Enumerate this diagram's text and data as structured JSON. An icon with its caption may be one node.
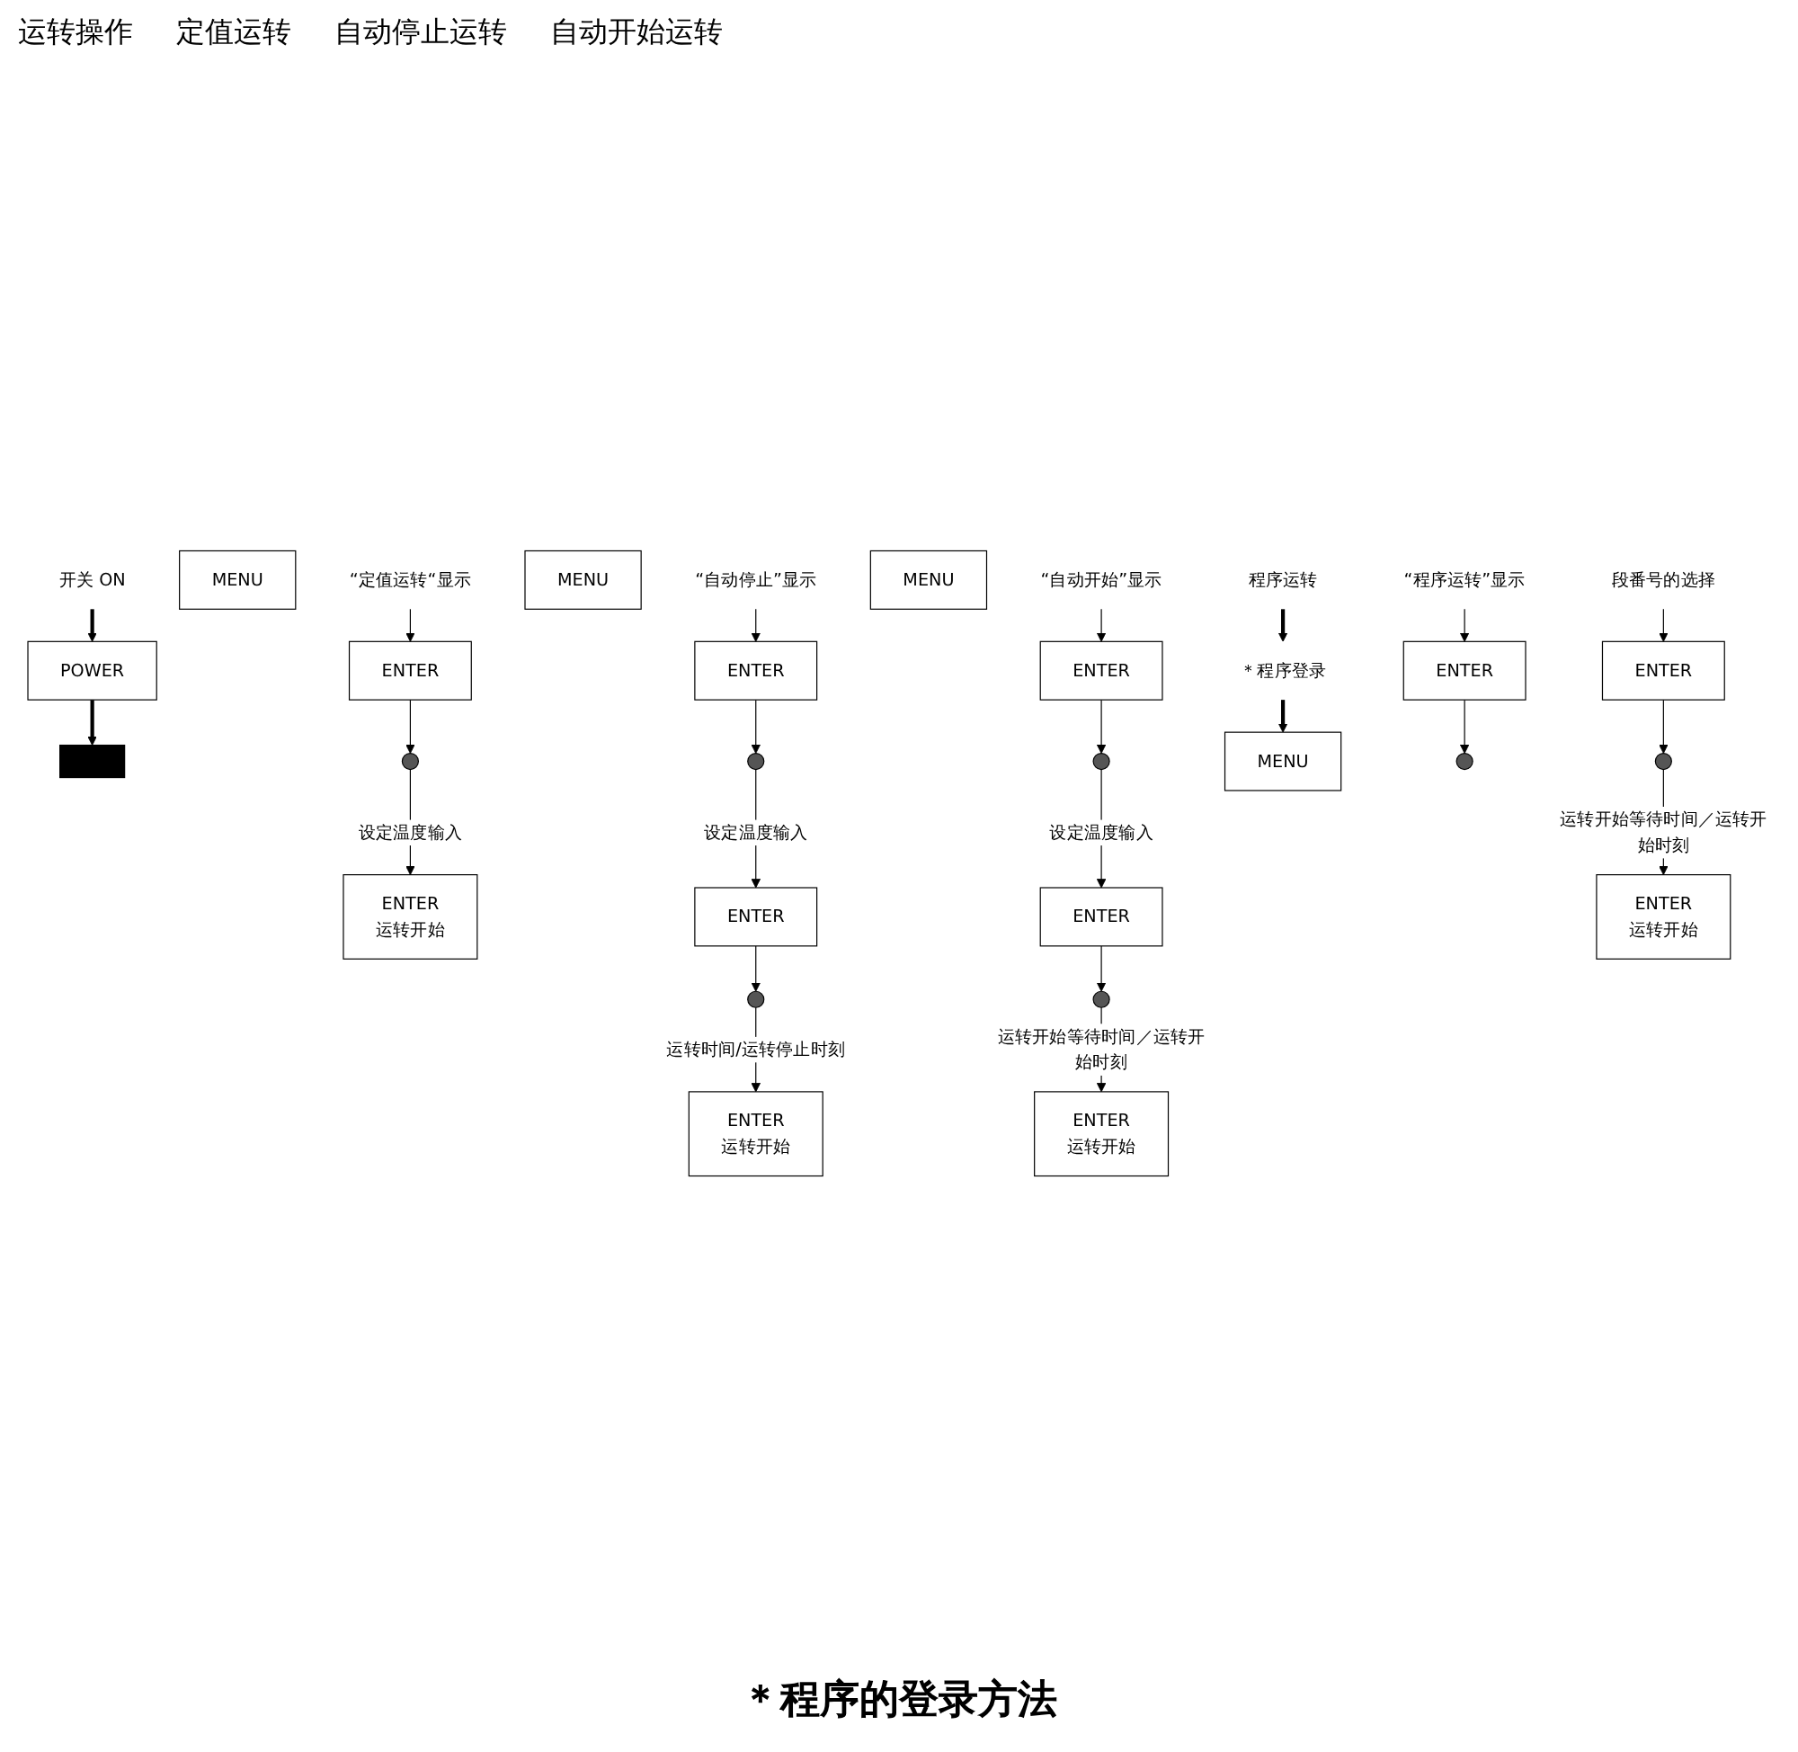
{
  "diagram": {
    "caption": "＊程序的登录方法",
    "nodes": [
      {
        "text": [
          "开关 ON"
        ]
      },
      {
        "text": [
          "POWER"
        ]
      },
      {
        "text": [],
        "shape": "bar"
      },
      {
        "text": [
          "MENU"
        ]
      },
      {
        "text": [
          "“定值运转“显示"
        ]
      },
      {
        "text": [
          "ENTER"
        ]
      },
      {
        "text": [],
        "shape": "circle"
      },
      {
        "text": [
          "ENTER",
          "运转开始"
        ]
      },
      {
        "text": [
          "MENU"
        ]
      },
      {
        "text": [
          "“自动停止”显示"
        ]
      },
      {
        "text": [
          "ENTER"
        ]
      },
      {
        "text": [],
        "shape": "circle"
      },
      {
        "text": [
          "ENTER"
        ]
      },
      {
        "text": [],
        "shape": "circle"
      },
      {
        "text": [
          "ENTER",
          "运转开始"
        ]
      },
      {
        "text": [
          "MENU"
        ]
      },
      {
        "text": [
          "“自动开始”显示"
        ]
      },
      {
        "text": [
          "ENTER"
        ]
      },
      {
        "text": [],
        "shape": "circle"
      },
      {
        "text": [
          "ENTER"
        ]
      },
      {
        "text": [],
        "shape": "circle"
      },
      {
        "text": [
          "ENTER",
          "运转开始"
        ]
      },
      {
        "text": [
          "程序运转"
        ]
      },
      {
        "text": [
          "＊程序登录"
        ]
      },
      {
        "text": [
          "MENU"
        ]
      },
      {
        "text": [
          "“程序运转”显示"
        ]
      },
      {
        "text": [
          "ENTER"
        ]
      },
      {
        "text": [],
        "shape": "circle"
      },
      {
        "text": [
          "段番号的选择"
        ]
      },
      {
        "text": [
          "ENTER"
        ]
      },
      {
        "text": [],
        "shape": "circle"
      },
      {
        "text": [
          "ENTER",
          "运转开始"
        ]
      }
    ],
    "edges": [
      {
        "from": 0,
        "to": 1,
        "arrow": "to",
        "style": "thick"
      },
      {
        "from": 1,
        "to": 2,
        "arrow": "to",
        "style": "thick"
      },
      {
        "from": 4,
        "to": 5,
        "arrow": "to"
      },
      {
        "from": 5,
        "to": 6,
        "arrow": "to"
      },
      {
        "from": 6,
        "to": 7,
        "arrow": "to",
        "label": "设定温度输入"
      },
      {
        "from": 9,
        "to": 10,
        "arrow": "to"
      },
      {
        "from": 10,
        "to": 11,
        "arrow": "to"
      },
      {
        "from": 11,
        "to": 12,
        "arrow": "to",
        "label": "设定温度输入"
      },
      {
        "from": 12,
        "to": 13,
        "arrow": "to"
      },
      {
        "from": 13,
        "to": 14,
        "arrow": "to",
        "label": "运转时间/运转停止时刻"
      },
      {
        "from": 16,
        "to": 17,
        "arrow": "to"
      },
      {
        "from": 17,
        "to": 18,
        "arrow": "to"
      },
      {
        "from": 18,
        "to": 19,
        "arrow": "to",
        "label": "设定温度输入"
      },
      {
        "from": 19,
        "to": 20,
        "arrow": "to"
      },
      {
        "from": 20,
        "to": 21,
        "arrow": "to",
        "label": "运转开始等待时间／运转开始时刻"
      },
      {
        "from": 22,
        "to": 23,
        "arrow": "to",
        "style": "thick"
      },
      {
        "from": 23,
        "to": 24,
        "arrow": "to",
        "style": "thick"
      },
      {
        "from": 25,
        "to": 26,
        "arrow": "to"
      },
      {
        "from": 26,
        "to": 27,
        "arrow": "to"
      },
      {
        "from": 28,
        "to": 29,
        "arrow": "to"
      },
      {
        "from": 29,
        "to": 30,
        "arrow": "to"
      },
      {
        "from": 30,
        "to": 31,
        "arrow": "to",
        "label": "运转开始等待时间／运转开始时刻"
      }
    ],
    "labels": [
      "运转操作",
      "定值运转",
      "自动停止运转",
      "自动开始运转"
    ]
  }
}
